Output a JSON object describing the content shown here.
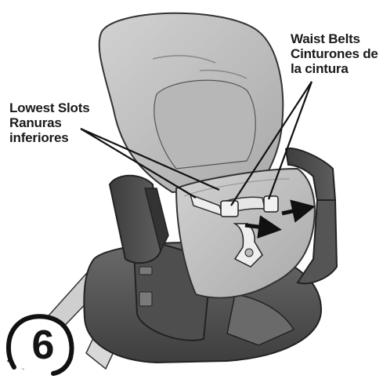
{
  "step": {
    "number": "6"
  },
  "callouts": {
    "waist_belts": [
      "Waist Belts",
      "Cinturones de",
      "la cintura"
    ],
    "lowest_slots": [
      "Lowest Slots",
      "Ranuras",
      "inferiores"
    ]
  },
  "icons": [
    "arrow-right-icon"
  ],
  "colors": {
    "seat_pad": "#bfbfbf",
    "base": "#5a5a5a",
    "tray_frame": "#4a4a4a",
    "belt": "#e6e6e6",
    "arrow": "#111111",
    "text": "#1a1a1a"
  }
}
